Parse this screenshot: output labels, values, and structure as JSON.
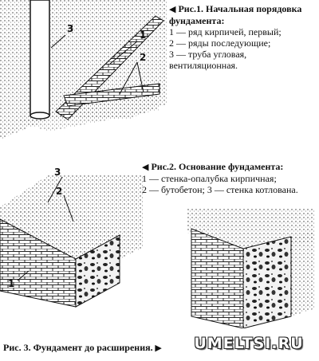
{
  "figure1": {
    "title": "Рис.1. Начальная порядовка фундамента:",
    "lines": [
      "1 — ряд кирпичей, первый;",
      "2 — ряды последующие;",
      "3 — труба угловая, вентиляционная."
    ],
    "labels": [
      "1",
      "2",
      "3"
    ]
  },
  "figure2": {
    "title": "Рис.2. Основание фундамента:",
    "lines": [
      "1 — стенка-опалубка кирпичная;",
      "2 — бутобетон; 3 — стенка котлована."
    ],
    "labels": [
      "1",
      "2",
      "3"
    ]
  },
  "figure3": {
    "title": "Рис. 3. Фундамент до расширения."
  },
  "watermark": "UMELTSI.RU"
}
